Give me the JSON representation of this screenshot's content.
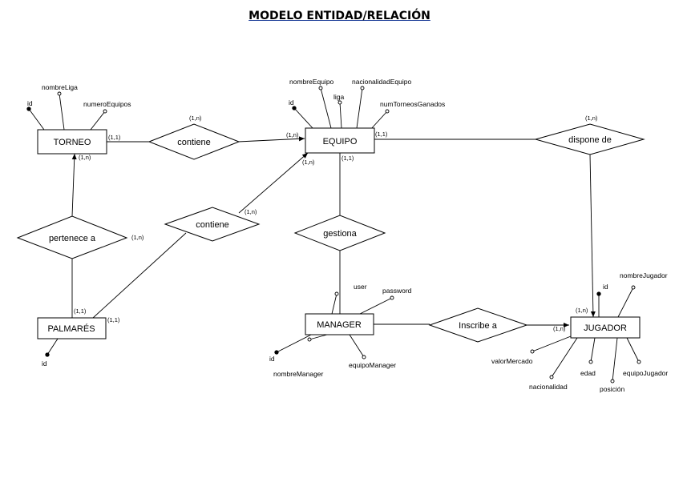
{
  "title": "MODELO ENTIDAD/RELACIÓN",
  "colors": {
    "line": "#000000",
    "title_underline": "#1f3f9a"
  },
  "entities": {
    "torneo": "TORNEO",
    "equipo": "EQUIPO",
    "palmares": "PALMARÉS",
    "manager": "MANAGER",
    "jugador": "JUGADOR"
  },
  "relationships": {
    "contiene_1": "contiene",
    "contiene_2": "contiene",
    "dispone_de": "dispone de",
    "pertenece_a": "pertenece a",
    "gestiona": "gestiona",
    "inscribe_a": "Inscribe a"
  },
  "attributes": {
    "torneo": {
      "id": "id",
      "nombre": "nombreLiga",
      "numero": "numeroEquipos"
    },
    "equipo": {
      "id": "id",
      "nombre": "nombreEquipo",
      "liga": "liga",
      "nacionalidad": "nacionalidadEquipo",
      "torneos": "numTorneosGanados"
    },
    "palmares": {
      "id": "id"
    },
    "manager": {
      "user": "user",
      "password": "password",
      "id": "id",
      "nombre": "nombreManager",
      "equipo": "equipoManager"
    },
    "jugador": {
      "id": "id",
      "nombre": "nombreJugador",
      "valor": "valorMercado",
      "nacionalidad": "nacionalidad",
      "edad": "edad",
      "posicion": "posición",
      "equipo": "equipoJugador"
    }
  },
  "cardinalities": {
    "c1": "(1,1)",
    "c2": "(1,n)",
    "c3": "(1,n)",
    "c4": "(1,1)",
    "c5": "(1,n)",
    "c6": "(1,n)",
    "c7": "(1,n)",
    "c8": "(1,n)",
    "c9": "(1,n)",
    "c10": "(1,1)",
    "c11": "(1,1)",
    "c12": "(1,1)",
    "c13": "(1,n)",
    "c14": "(1,n)"
  }
}
